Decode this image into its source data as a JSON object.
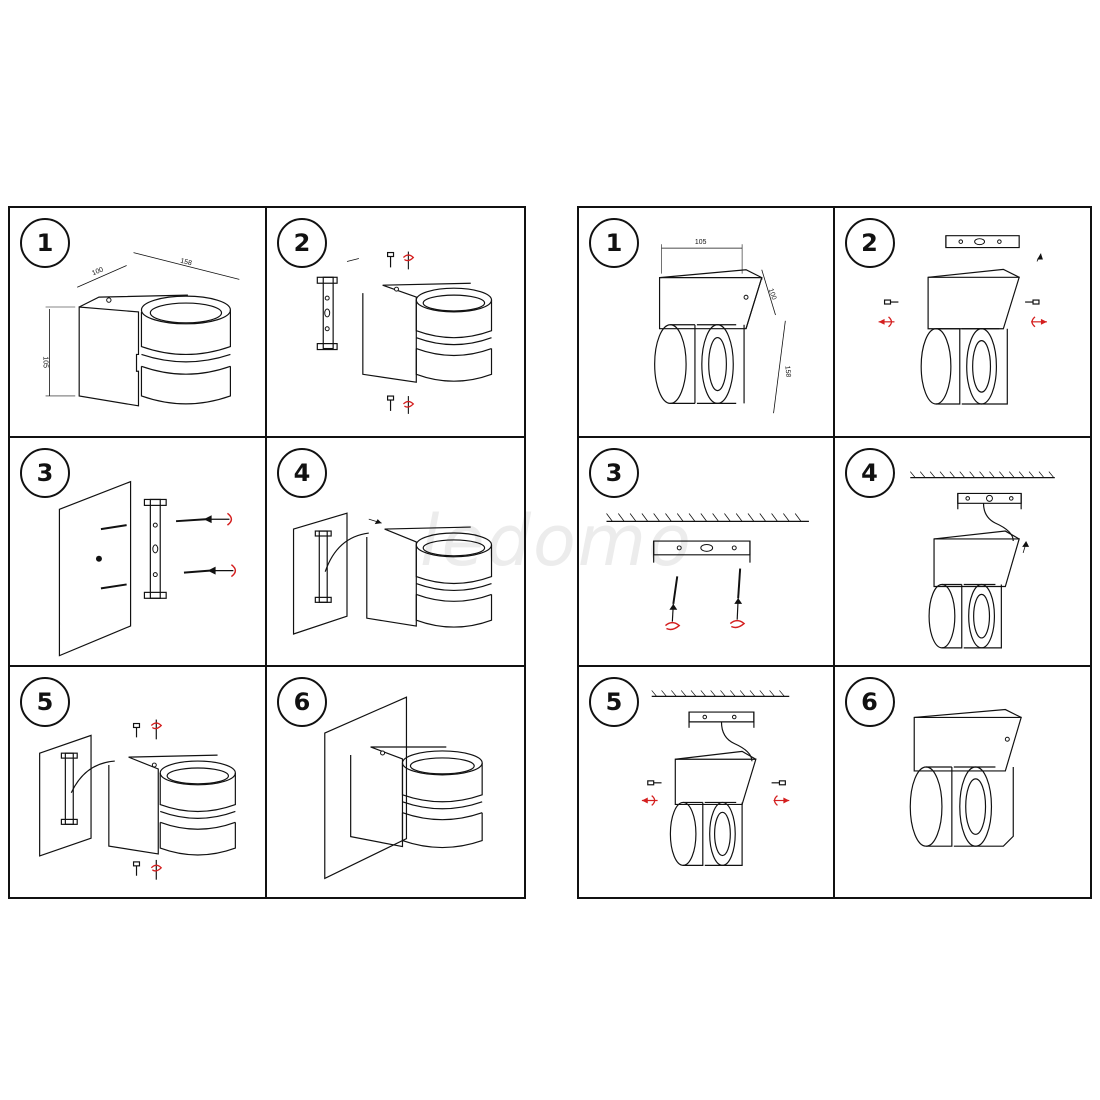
{
  "sheets": [
    {
      "id": "wall",
      "steps": [
        {
          "number": "1",
          "dims": {
            "width": "100",
            "depth": "158",
            "height": "105"
          }
        },
        {
          "number": "2"
        },
        {
          "number": "3"
        },
        {
          "number": "4"
        },
        {
          "number": "5"
        },
        {
          "number": "6"
        }
      ]
    },
    {
      "id": "ceiling",
      "steps": [
        {
          "number": "1",
          "dims": {
            "width": "105",
            "depth": "100",
            "height": "158"
          }
        },
        {
          "number": "2"
        },
        {
          "number": "3"
        },
        {
          "number": "4"
        },
        {
          "number": "5"
        },
        {
          "number": "6"
        }
      ]
    }
  ],
  "watermark": "ledomo",
  "colors": {
    "line": "#111111",
    "arrow_red": "#d41f1f"
  }
}
